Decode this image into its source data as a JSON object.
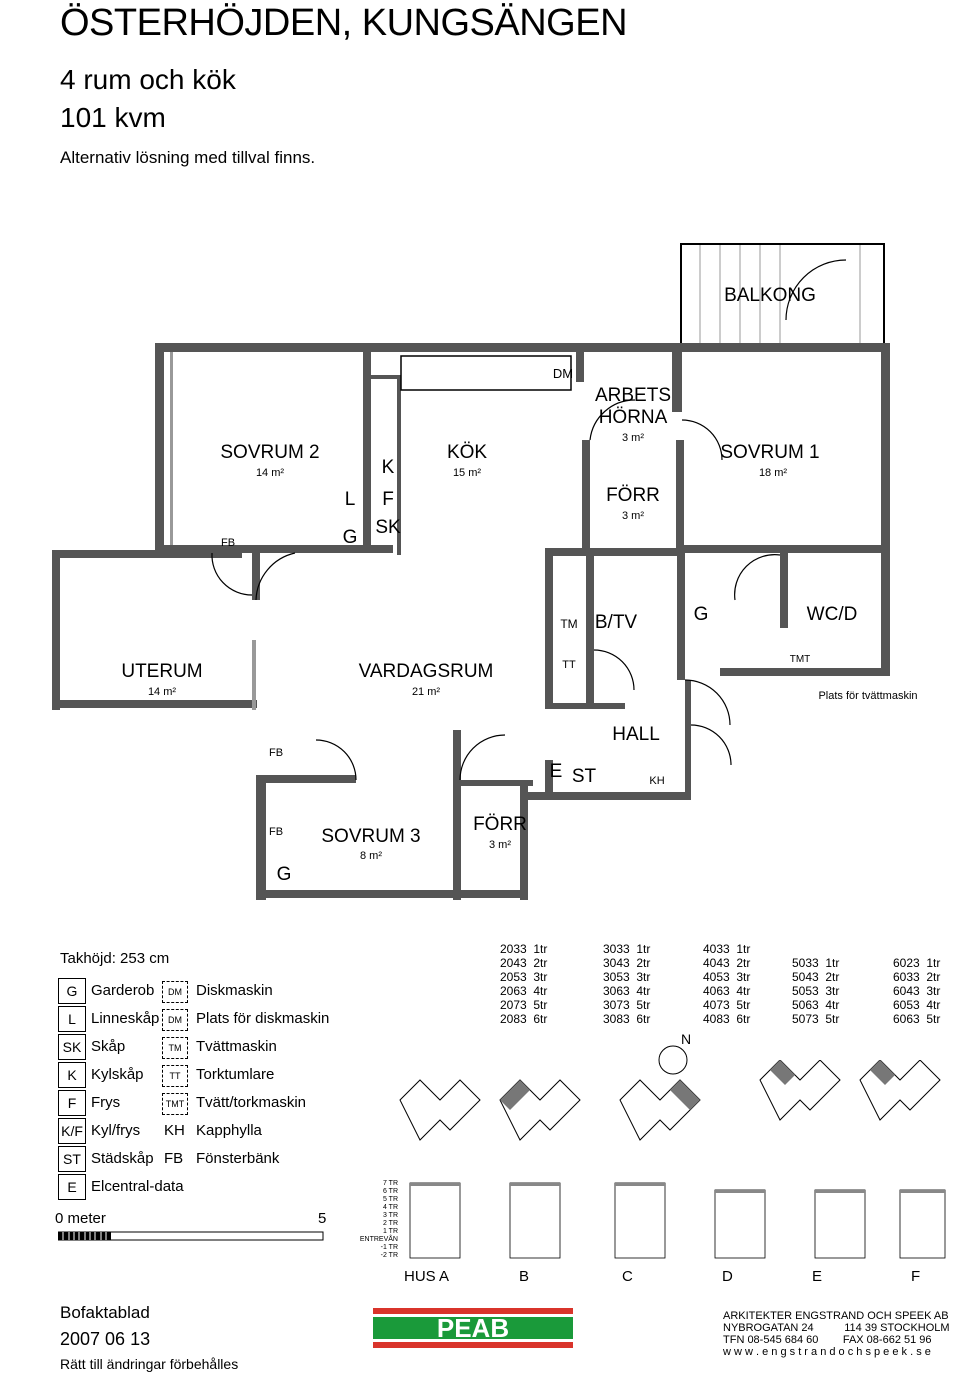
{
  "header": {
    "title": "ÖSTERHÖJDEN, KUNGSÄNGEN",
    "rooms": "4 rum och kök",
    "area": "101 kvm",
    "note": "Alternativ lösning med tillval finns."
  },
  "plan": {
    "balcony": "BALKONG",
    "sovrum2": {
      "name": "SOVRUM 2",
      "area": "14 m²"
    },
    "kok": {
      "name": "KÖK",
      "area": "15 m²"
    },
    "arbets": {
      "name1": "ARBETS",
      "name2": "HÖRNA",
      "area": "3 m²"
    },
    "sovrum1": {
      "name": "SOVRUM 1",
      "area": "18 m²"
    },
    "forr1": {
      "name": "FÖRR",
      "area": "3 m²"
    },
    "uterum": {
      "name": "UTERUM",
      "area": "14 m²"
    },
    "vardagsrum": {
      "name": "VARDAGSRUM",
      "area": "21 m²"
    },
    "btv": "B/TV",
    "wcd": "WC/D",
    "tvattplats": "Plats för tvättmaskin",
    "hall": "HALL",
    "sovrum3": {
      "name": "SOVRUM 3",
      "area": "8 m²"
    },
    "forr2": {
      "name": "FÖRR",
      "area": "3 m²"
    },
    "codes": {
      "K": "K",
      "L": "L",
      "F": "F",
      "G": "G",
      "SK": "SK",
      "DM": "DM",
      "FB": "FB",
      "TM": "TM",
      "TT": "TT",
      "TMT": "TMT",
      "E": "E",
      "ST": "ST",
      "KH": "KH"
    }
  },
  "takhojd": "Takhöjd: 253 cm",
  "legend": [
    {
      "code": "G",
      "label": "Garderob"
    },
    {
      "code": "L",
      "label": "Linneskåp"
    },
    {
      "code": "SK",
      "label": "Skåp"
    },
    {
      "code": "K",
      "label": "Kylskåp"
    },
    {
      "code": "F",
      "label": "Frys"
    },
    {
      "code": "K/F",
      "label": "Kyl/frys"
    },
    {
      "code": "ST",
      "label": "Städskåp"
    },
    {
      "code": "E",
      "label": "Elcentral-data"
    }
  ],
  "legend2": [
    {
      "code": "DM",
      "label": "Diskmaskin"
    },
    {
      "code": "DM",
      "label": "Plats för diskmaskin"
    },
    {
      "code": "TM",
      "label": "Tvättmaskin"
    },
    {
      "code": "TT",
      "label": "Torktumlare"
    },
    {
      "code": "TMT",
      "label": "Tvätt/torkmaskin"
    },
    {
      "code": "KH",
      "label": "Kapphylla"
    },
    {
      "code": "FB",
      "label": "Fönsterbänk"
    }
  ],
  "scale": {
    "start": "0 meter",
    "end": "5"
  },
  "flats": {
    "col1": "2033  1tr\n2043  2tr\n2053  3tr\n2063  4tr\n2073  5tr\n2083  6tr",
    "col2": "3033  1tr\n3043  2tr\n3053  3tr\n3063  4tr\n3073  5tr\n3083  6tr",
    "col3": "4033  1tr\n4043  2tr\n4053  3tr\n4063  4tr\n4073  5tr\n4083  6tr",
    "col4": "5033  1tr\n5043  2tr\n5053  3tr\n5063  4tr\n5073  5tr",
    "col5": "6023  1tr\n6033  2tr\n6043  3tr\n6053  4tr\n6063  5tr"
  },
  "north": "N",
  "floors": [
    "7 TR",
    "6 TR",
    "5 TR",
    "4 TR",
    "3 TR",
    "2 TR",
    "1 TR",
    "ENTREVÅN",
    "-1 TR",
    "-2 TR"
  ],
  "houses": [
    "HUS A",
    "B",
    "C",
    "D",
    "E",
    "F"
  ],
  "footer": {
    "doc": "Bofaktablad",
    "date": "2007 06 13",
    "reserve": "Rätt till ändringar förbehålles",
    "brand": "PEAB",
    "arch1": "ARKITEKTER ENGSTRAND OCH SPEEK AB",
    "arch2": "NYBROGATAN 24          114 39 STOCKHOLM",
    "arch3": "TFN 08-545 684 60        FAX 08-662 51 96",
    "arch4": "w w w . e n g s t r a n d o c h s p e e k . s e"
  },
  "colors": {
    "wall": "#555555",
    "brand_green": "#1a9a3a",
    "brand_red": "#d9342b",
    "dark": "#000000"
  }
}
